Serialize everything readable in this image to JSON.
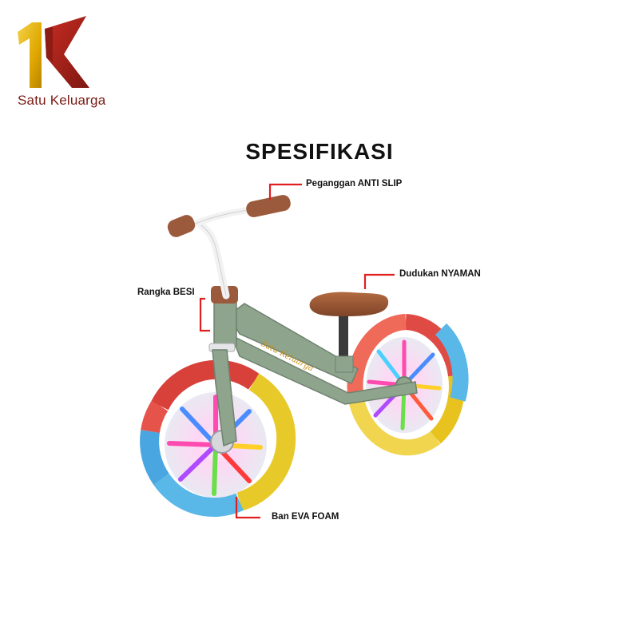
{
  "brand": {
    "name": "Satu Keluarga",
    "frame_text": "Satu Keluarga"
  },
  "title": "SPESIFIKASI",
  "callouts": {
    "handlebar": "Peganggan ANTI SLIP",
    "seat": "Dudukan NYAMAN",
    "frame": "Rangka BESI",
    "tire": "Ban EVA FOAM"
  },
  "colors": {
    "accent": "#e02020",
    "logo_gold": "#e6b800",
    "logo_red": "#a82020",
    "frame": "#8ea48c",
    "grip": "#9b5a3c"
  }
}
